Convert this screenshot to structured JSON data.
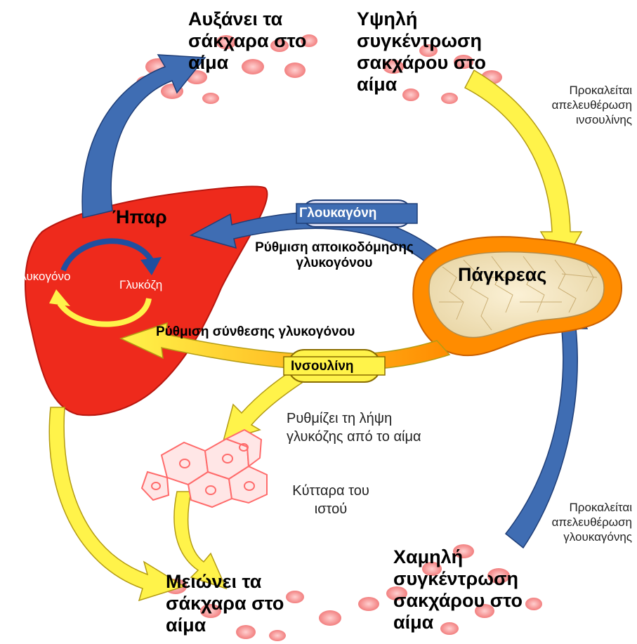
{
  "labels": {
    "raises_sugar": "Αυξάνει τα\nσάκχαρα στο\nαίμα",
    "high_sugar": "Υψηλή\nσυγκέντρωση\nσακχάρου στο\nαίμα",
    "causes_insulin": "Προκαλείται\nαπελευθέρωση\nινσουλίνης",
    "liver": "Ήπαρ",
    "glucagon": "Γλουκαγόνη",
    "glycogen_breakdown": "Ρύθμιση αποικοδόμησης\nγλυκογόνου",
    "glycogen": "Γλυκογόνο",
    "glucose": "Γλυκόζη",
    "pancreas": "Πάγκρεας",
    "glycogen_synthesis": "Ρύθμιση σύνθεσης γλυκογόνου",
    "insulin": "Ινσουλίνη",
    "uptake": "Ρυθμίζει τη λήψη\nγλυκόζης από το αίμα",
    "tissue_cells": "Κύτταρα του\nιστού",
    "causes_glucagon": "Προκαλείται\nαπελευθέρωση\nγλουκαγόνης",
    "lowers_sugar": "Μειώνει τα\nσάκχαρα στο\nαίμα",
    "low_sugar": "Χαμηλή\nσυγκέντρωση\nσακχάρου στο\nαίμα"
  },
  "colors": {
    "liver": "#ee2a1c",
    "pancreas_outer": "#ff8c00",
    "pancreas_inner": "#f7e8c2",
    "insulin_arrow": "#fff34a",
    "glucagon_arrow": "#3f6db3",
    "blood_cells": "#f7a3a3",
    "tissue": "#ff6b6b"
  }
}
